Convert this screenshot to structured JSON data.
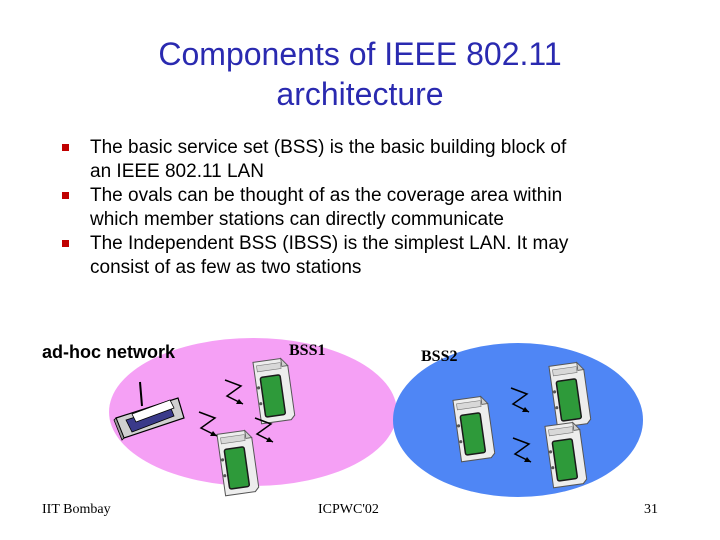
{
  "slide": {
    "title_line1": "Components of IEEE 802.11",
    "title_line2": "architecture",
    "bullets": [
      {
        "line1": "The basic service set (BSS) is the basic building block of",
        "line2": "an IEEE 802.11 LAN"
      },
      {
        "line1": "The ovals can be thought of as the coverage area within",
        "line2": "which member stations can directly communicate"
      },
      {
        "line1": "The Independent BSS (IBSS) is the simplest LAN. It may",
        "line2": "consist of as few as two stations"
      }
    ]
  },
  "diagram": {
    "adhoc_label": "ad-hoc network",
    "bss1_label": "BSS1",
    "bss2_label": "BSS2",
    "bss1_color": "#f5a0f5",
    "bss2_color": "#4f86f5"
  },
  "footer": {
    "left": "IIT Bombay",
    "center": "ICPWC'02",
    "page": "31"
  },
  "colors": {
    "title": "#2a2ab0",
    "bullet_mark": "#c00000",
    "card_screen": "#2e9a3a"
  }
}
